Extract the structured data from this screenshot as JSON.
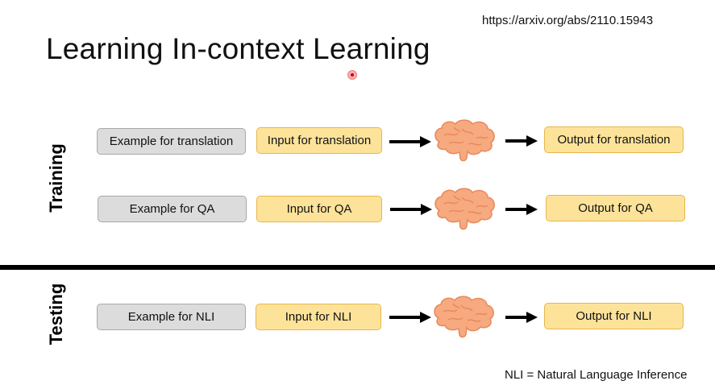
{
  "header": {
    "url": "https://arxiv.org/abs/2110.15943",
    "title": "Learning In-context Learning"
  },
  "sections": {
    "training_label": "Training",
    "testing_label": "Testing"
  },
  "rows": [
    {
      "example": "Example for translation",
      "input": "Input for translation",
      "output": "Output for translation"
    },
    {
      "example": "Example for QA",
      "input": "Input for QA",
      "output": "Output for QA"
    },
    {
      "example": "Example for NLI",
      "input": "Input for NLI",
      "output": "Output for NLI"
    }
  ],
  "footnote": "NLI = Natural Language Inference",
  "colors": {
    "example_box": "#dcdcdc",
    "io_box": "#fde39a",
    "brain": "#f7a97f"
  }
}
